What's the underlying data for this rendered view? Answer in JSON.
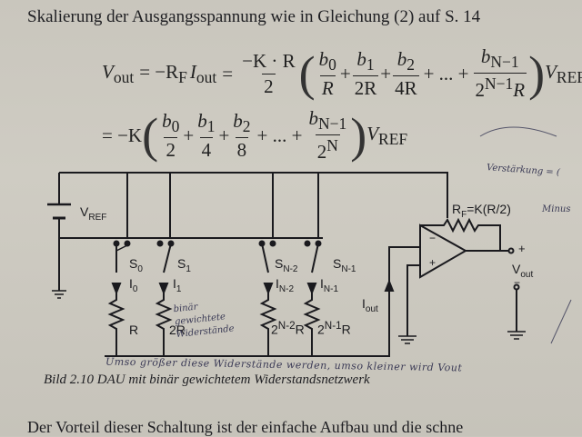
{
  "heading": "Skalierung der Ausgangsspannung wie in Gleichung (2) auf S. 14",
  "equation": {
    "line1": {
      "lhs": "V",
      "lhs_sub": "out",
      "eq_sign": "= −R",
      "rf_sub": "F",
      "i": "I",
      "i_sub": "out",
      "eq2": "=",
      "frac1_num": "−K · R",
      "frac1_den": "2",
      "terms": [
        {
          "num": "b",
          "num_sub": "0",
          "den": "R"
        },
        {
          "num": "b",
          "num_sub": "1",
          "den": "2R"
        },
        {
          "num": "b",
          "num_sub": "2",
          "den": "4R"
        }
      ],
      "dots": "+ ... +",
      "last_num": "b",
      "last_num_sub": "N−1",
      "last_den": "2",
      "last_den_sup": "N−1",
      "last_den_tail": "R",
      "vref": "V",
      "vref_sub": "REF"
    },
    "line2": {
      "prefix": "= −K",
      "terms": [
        {
          "num": "b",
          "num_sub": "0",
          "den": "2"
        },
        {
          "num": "b",
          "num_sub": "1",
          "den": "4"
        },
        {
          "num": "b",
          "num_sub": "2",
          "den": "8"
        }
      ],
      "dots": "+ ... +",
      "last_num": "b",
      "last_num_sub": "N−1",
      "last_den": "2",
      "last_den_sup": "N",
      "vref": "V",
      "vref_sub": "REF"
    }
  },
  "circuit": {
    "vref_label": "V",
    "vref_sub": "REF",
    "switches": [
      {
        "label": "S",
        "sub": "0"
      },
      {
        "label": "S",
        "sub": "1"
      },
      {
        "label": "S",
        "sub": "N-2"
      },
      {
        "label": "S",
        "sub": "N-1"
      }
    ],
    "currents": [
      {
        "label": "I",
        "sub": "0"
      },
      {
        "label": "I",
        "sub": "1"
      },
      {
        "label": "I",
        "sub": "N-2"
      },
      {
        "label": "I",
        "sub": "N-1"
      }
    ],
    "resistors": [
      "R",
      "2R",
      "2",
      "2"
    ],
    "resistor_sups": [
      "",
      "",
      "N-2",
      "N-1"
    ],
    "resistor_tails": [
      "",
      "",
      "R",
      "R"
    ],
    "rf_label": "R",
    "rf_sub": "F",
    "rf_rest": "=K(R/2)",
    "iout_label": "I",
    "iout_sub": "out",
    "vout_label": "V",
    "vout_sub": "out",
    "opamp_minus": "−",
    "opamp_plus": "+",
    "out_plus": "+",
    "out_minus": "−"
  },
  "handwriting": {
    "note_top": "Verstärkung = (",
    "note_minus": "Minus",
    "note_resistor": "binär gewichtete Widerstände",
    "note_bottom": "Umso größer diese Widerstände werden, umso kleiner wird Vout"
  },
  "caption": "Bild 2.10 DAU mit binär gewichtetem Widerstandsnetzwerk",
  "footer": "Der Vorteil dieser Schaltung ist der einfache Aufbau und die schne"
}
